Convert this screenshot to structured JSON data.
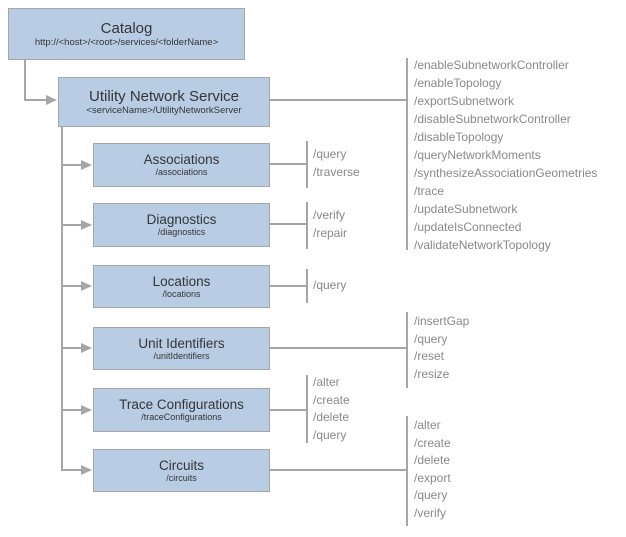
{
  "colors": {
    "box_fill": "#b8cce4",
    "box_border": "#a6a6a6",
    "connector_line": "#a6a6a6",
    "title_text": "#353535",
    "operation_text": "#898989"
  },
  "nodes": {
    "catalog": {
      "title": "Catalog",
      "path": "http://<host>/<root>/services/<folderName>"
    },
    "utility_network_service": {
      "title": "Utility Network Service",
      "path": "<serviceName>/UtilityNetworkServer",
      "ops": [
        "/enableSubnetworkController",
        "/enableTopology",
        "/exportSubnetwork",
        "/disableSubnetworkController",
        "/disableTopology",
        "/queryNetworkMoments",
        "/synthesizeAssociationGeometries",
        "/trace",
        "/updateSubnetwork",
        "/updateIsConnected",
        "/validateNetworkTopology"
      ]
    },
    "associations": {
      "title": "Associations",
      "path": "/associations",
      "ops": [
        "/query",
        "/traverse"
      ]
    },
    "diagnostics": {
      "title": "Diagnostics",
      "path": "/diagnostics",
      "ops": [
        "/verify",
        "/repair"
      ]
    },
    "locations": {
      "title": "Locations",
      "path": "/locations",
      "ops": [
        "/query"
      ]
    },
    "unit_identifiers": {
      "title": "Unit Identifiers",
      "path": "/unitIdentifiers",
      "ops": [
        "/insertGap",
        "/query",
        "/reset",
        "/resize"
      ]
    },
    "trace_configurations": {
      "title": "Trace Configurations",
      "path": "/traceConfigurations",
      "ops": [
        "/alter",
        "/create",
        "/delete",
        "/query"
      ]
    },
    "circuits": {
      "title": "Circuits",
      "path": "/circuits",
      "ops": [
        "/alter",
        "/create",
        "/delete",
        "/export",
        "/query",
        "/verify"
      ]
    }
  }
}
